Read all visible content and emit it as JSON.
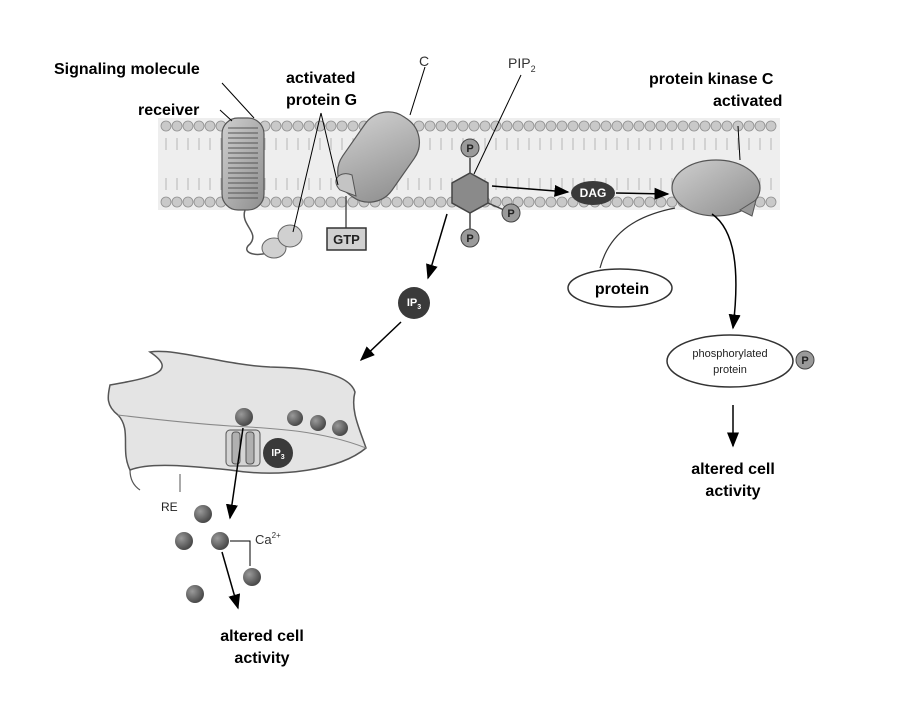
{
  "labels": {
    "signaling_molecule": "Signaling molecule",
    "receiver": "receiver",
    "activated_protein_g_1": "activated",
    "activated_protein_g_2": "protein G",
    "c": "C",
    "pip2": "PIP",
    "pip2_sub": "2",
    "pkc_1": "protein kinase C",
    "pkc_2": "activated",
    "gtp": "GTP",
    "dag": "DAG",
    "p": "P",
    "ip3": "IP",
    "ip3_sub": "3",
    "protein": "protein",
    "phosphorylated_1": "phosphorylated",
    "phosphorylated_2": "protein",
    "altered_right_1": "altered cell",
    "altered_right_2": "activity",
    "re": "RE",
    "ca": "Ca",
    "ca_sup": "2+",
    "altered_left_1": "altered cell",
    "altered_left_2": "activity"
  },
  "colors": {
    "membrane_head": "#c9c9c9",
    "membrane_head_edge": "#8f8f8f",
    "membrane_band": "#e6e6e6",
    "protein_gray": "#b3b3b3",
    "dark_molecule": "#3a3a3a",
    "calcium": "#6b6b6b",
    "er_fill": "#e4e4e4"
  }
}
